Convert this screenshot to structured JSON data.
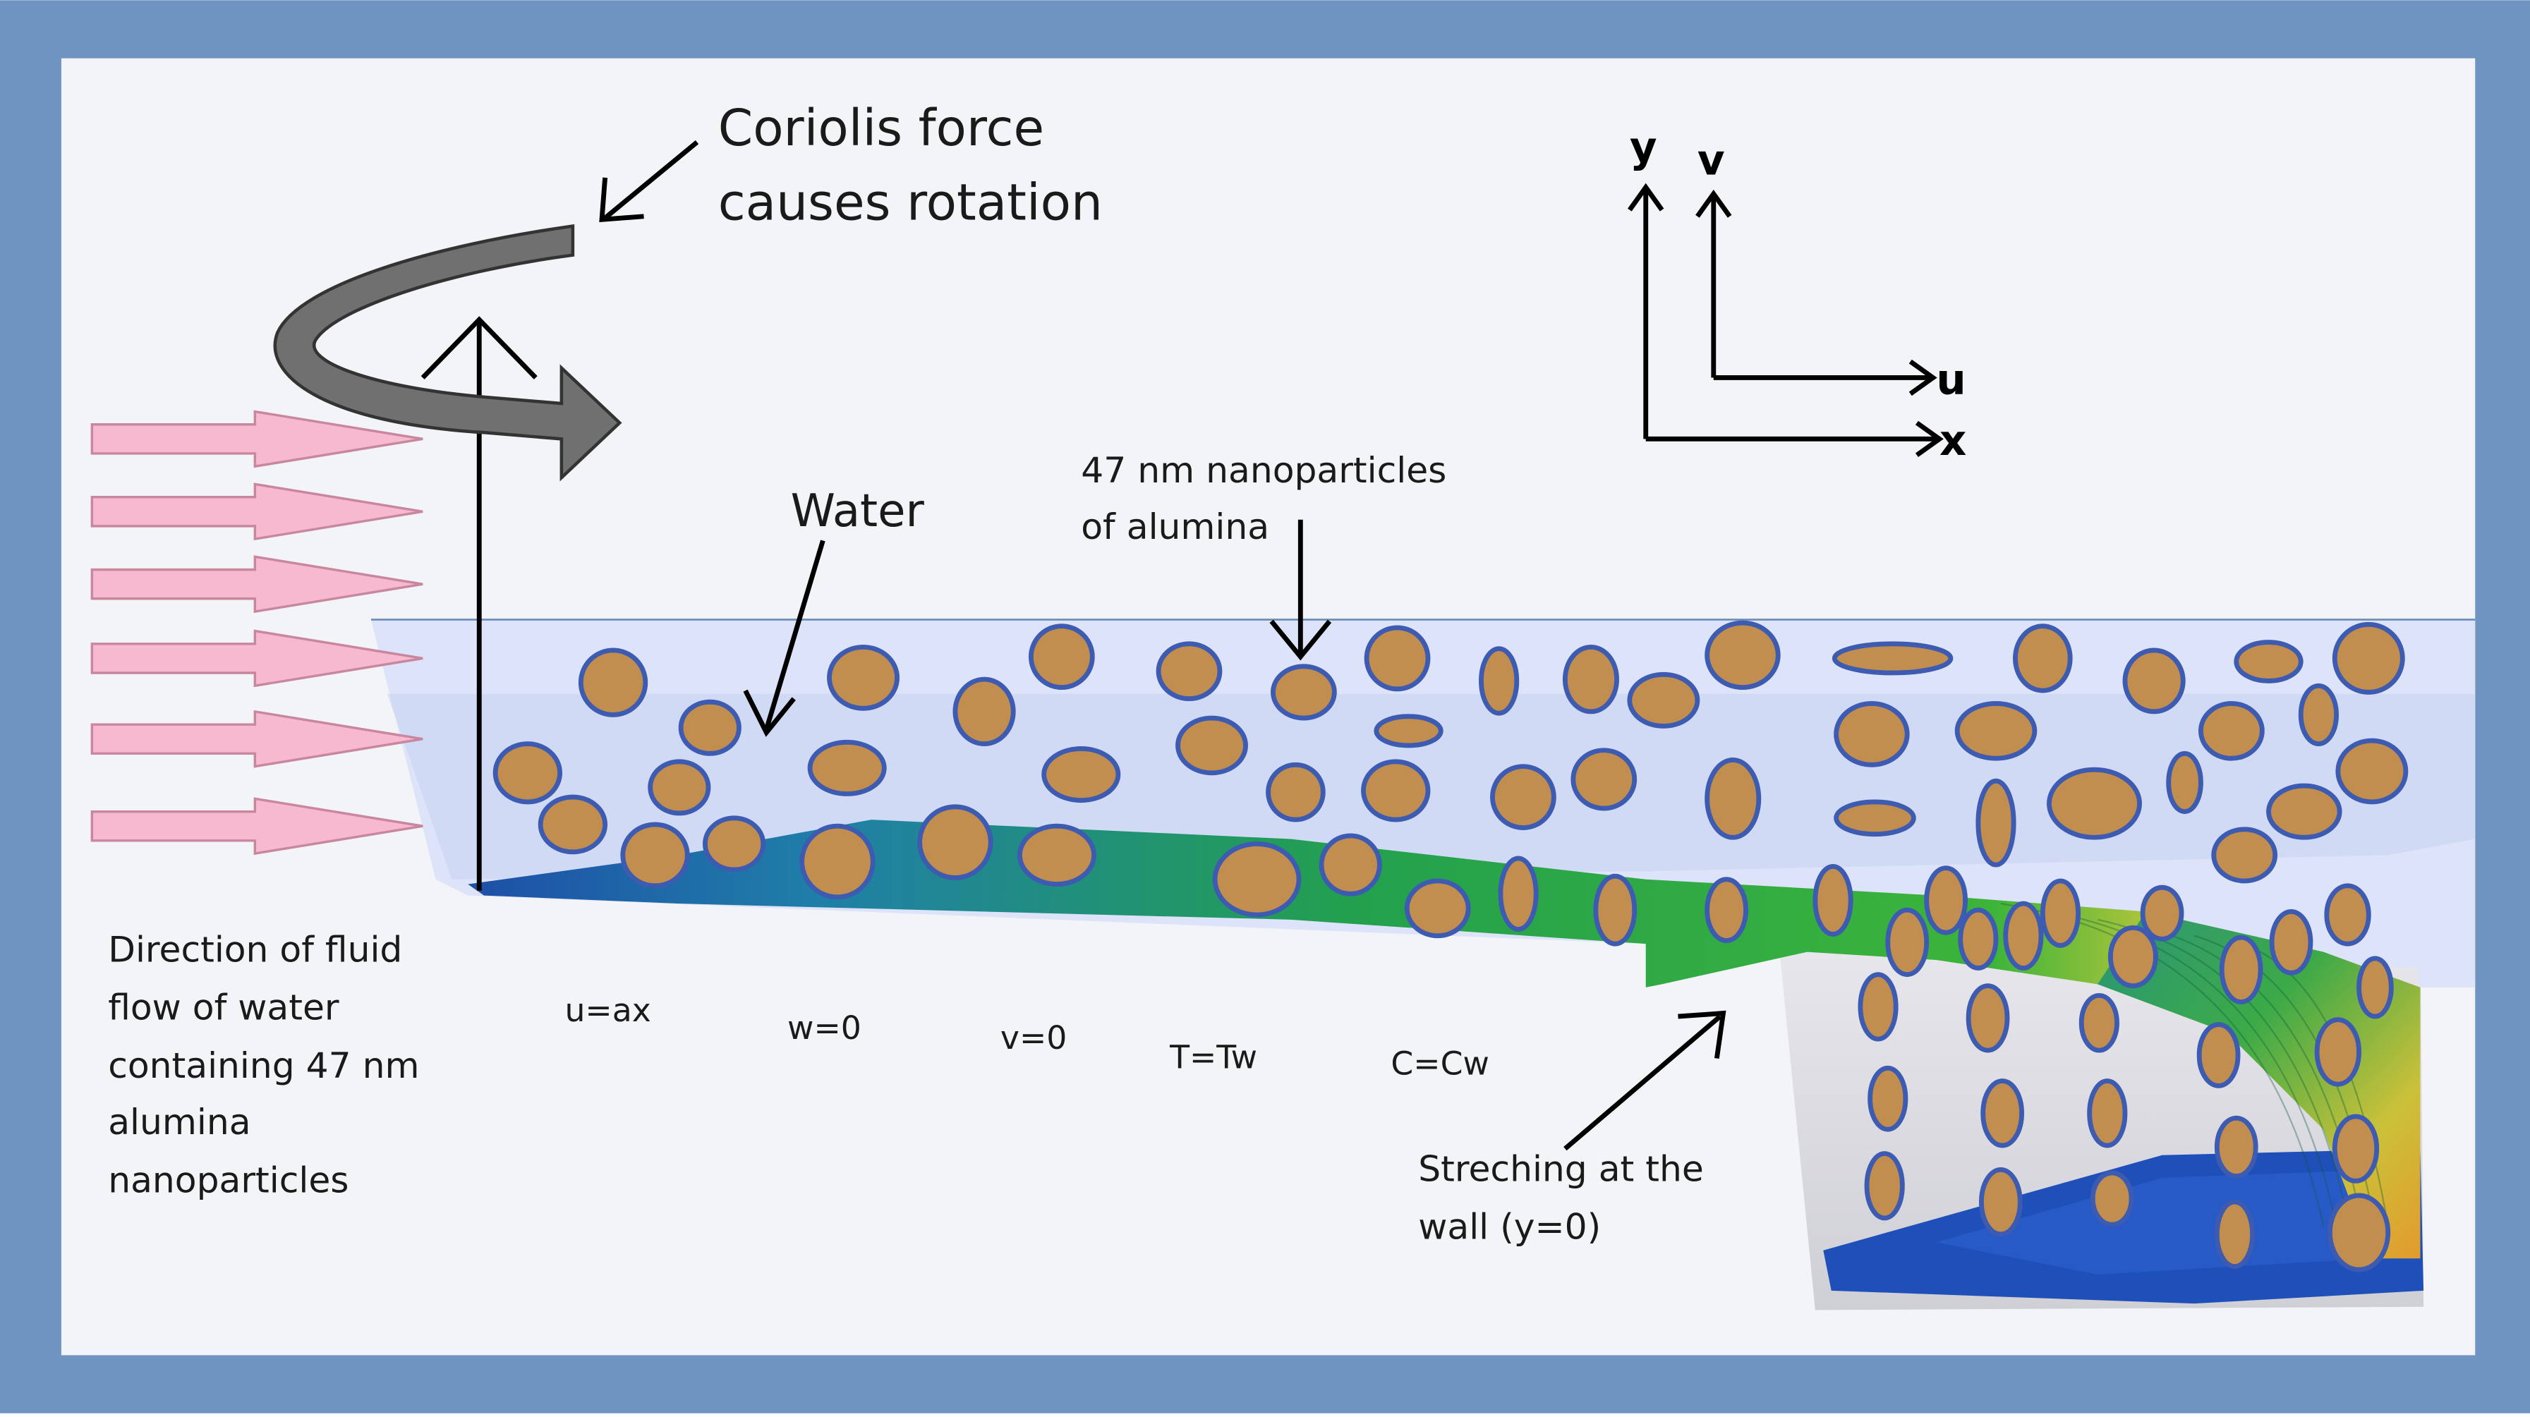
{
  "labels": {
    "coriolis_line1": "Coriolis force",
    "coriolis_line2": "causes rotation",
    "water": "Water",
    "nano_line1": "47 nm nanoparticles",
    "nano_line2": "of alumina",
    "axis_y": "y",
    "axis_v": "v",
    "axis_u": "u",
    "axis_x": "x",
    "direction_lines": [
      "Direction of fluid",
      "flow of water",
      "containing 47 nm",
      "alumina",
      "nanoparticles"
    ],
    "bc_u": "u=ax",
    "bc_w": "w=0",
    "bc_v": "v=0",
    "bc_T": "T=Tw",
    "bc_C": "C=Cw",
    "stretch_line1": "Streching at the",
    "stretch_line2": "wall (y=0)"
  },
  "colors": {
    "frame": "#7094c2",
    "panel": "#f2f4f8",
    "water_light": "#dde3f8",
    "water_mid": "#c9d3f4",
    "particle_fill": "#c18e4f",
    "particle_stroke": "#3d5bb0",
    "flow_arrow": "#f6b9cf",
    "coriolis_arrow": "#707070",
    "sheet_green": "#27a04a",
    "sheet_blue": "#1f4fb8"
  },
  "icons": [
    "flow-arrow-icon",
    "coriolis-arrow-icon",
    "pointer-arrow-icon",
    "axis-arrow-icon",
    "nanoparticle-icon"
  ]
}
